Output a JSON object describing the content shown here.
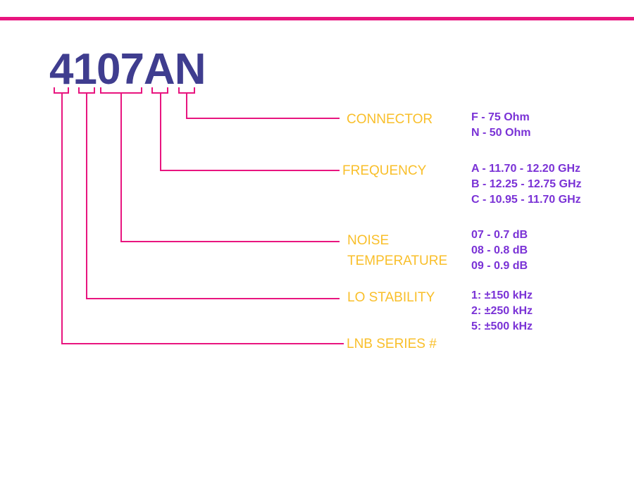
{
  "colors": {
    "accent": "#e8157f",
    "part_number": "#3f3d8f",
    "label": "#f9bf2a",
    "option": "#7a32d6"
  },
  "part_number": "4107AN",
  "fields": {
    "connector": {
      "label": "CONNECTOR",
      "options": [
        "F - 75 Ohm",
        "N - 50 Ohm"
      ]
    },
    "frequency": {
      "label": "FREQUENCY",
      "options": [
        "A - 11.70 - 12.20 GHz",
        "B - 12.25 - 12.75 GHz",
        "C - 10.95 - 11.70 GHz"
      ]
    },
    "noise_temperature": {
      "label_line1": "NOISE",
      "label_line2": "TEMPERATURE",
      "options": [
        "07 - 0.7 dB",
        "08 - 0.8 dB",
        "09 - 0.9 dB"
      ]
    },
    "lo_stability": {
      "label": "LO STABILITY",
      "options": [
        "1: ±150 kHz",
        "2: ±250 kHz",
        "5: ±500 kHz"
      ]
    },
    "lnb_series": {
      "label": "LNB SERIES #"
    }
  }
}
